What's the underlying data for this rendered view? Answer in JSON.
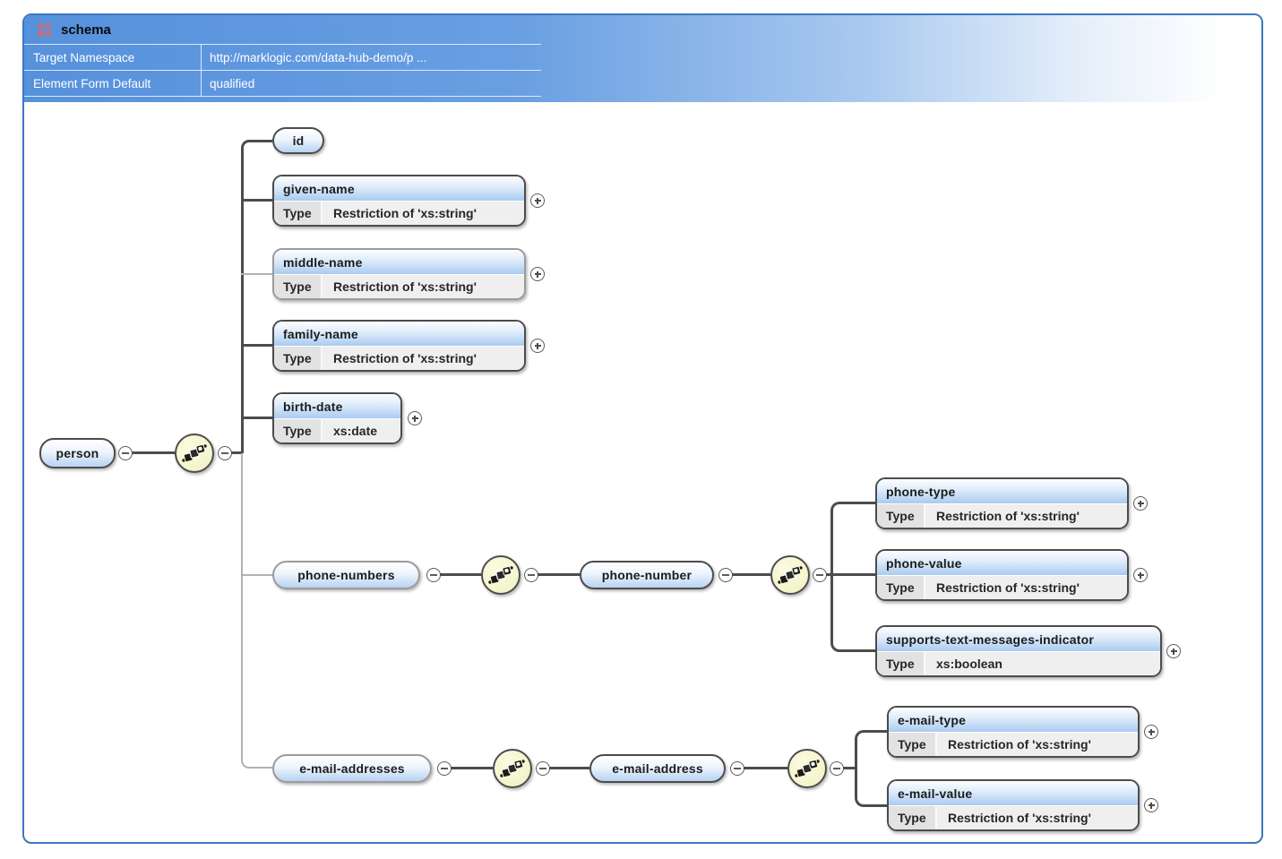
{
  "header": {
    "title": "schema",
    "rows": [
      {
        "label": "Target Namespace",
        "value": "http://marklogic.com/data-hub-demo/p ..."
      },
      {
        "label": "Element Form Default",
        "value": "qualified"
      }
    ]
  },
  "labels": {
    "type": "Type"
  },
  "icons": {
    "schema": "schema-grid-icon",
    "sequence": "sequence-icon",
    "collapse": "collapse-minus-icon",
    "expand": "expand-plus-icon"
  },
  "colors": {
    "header_blue": "#5691dc",
    "panel_border": "#3c78c0",
    "node_fill_bottom": "#b7d2f2",
    "sequence_fill": "#f5f5cd",
    "required_border": "#4c4c4c",
    "optional_border": "#9b9b9b",
    "schema_icon_pink": "#b87287"
  },
  "nodes": {
    "person": {
      "label": "person"
    },
    "id": {
      "label": "id"
    },
    "given_name": {
      "label": "given-name",
      "type": "Restriction of 'xs:string'"
    },
    "middle_name": {
      "label": "middle-name",
      "type": "Restriction of 'xs:string'"
    },
    "family_name": {
      "label": "family-name",
      "type": "Restriction of 'xs:string'"
    },
    "birth_date": {
      "label": "birth-date",
      "type": "xs:date"
    },
    "phone_numbers": {
      "label": "phone-numbers"
    },
    "phone_number": {
      "label": "phone-number"
    },
    "phone_type": {
      "label": "phone-type",
      "type": "Restriction of 'xs:string'"
    },
    "phone_value": {
      "label": "phone-value",
      "type": "Restriction of 'xs:string'"
    },
    "supports_text_messages_indicator": {
      "label": "supports-text-messages-indicator",
      "type": "xs:boolean"
    },
    "email_addresses": {
      "label": "e-mail-addresses"
    },
    "email_address": {
      "label": "e-mail-address"
    },
    "email_type": {
      "label": "e-mail-type",
      "type": "Restriction of 'xs:string'"
    },
    "email_value": {
      "label": "e-mail-value",
      "type": "Restriction of 'xs:string'"
    }
  }
}
